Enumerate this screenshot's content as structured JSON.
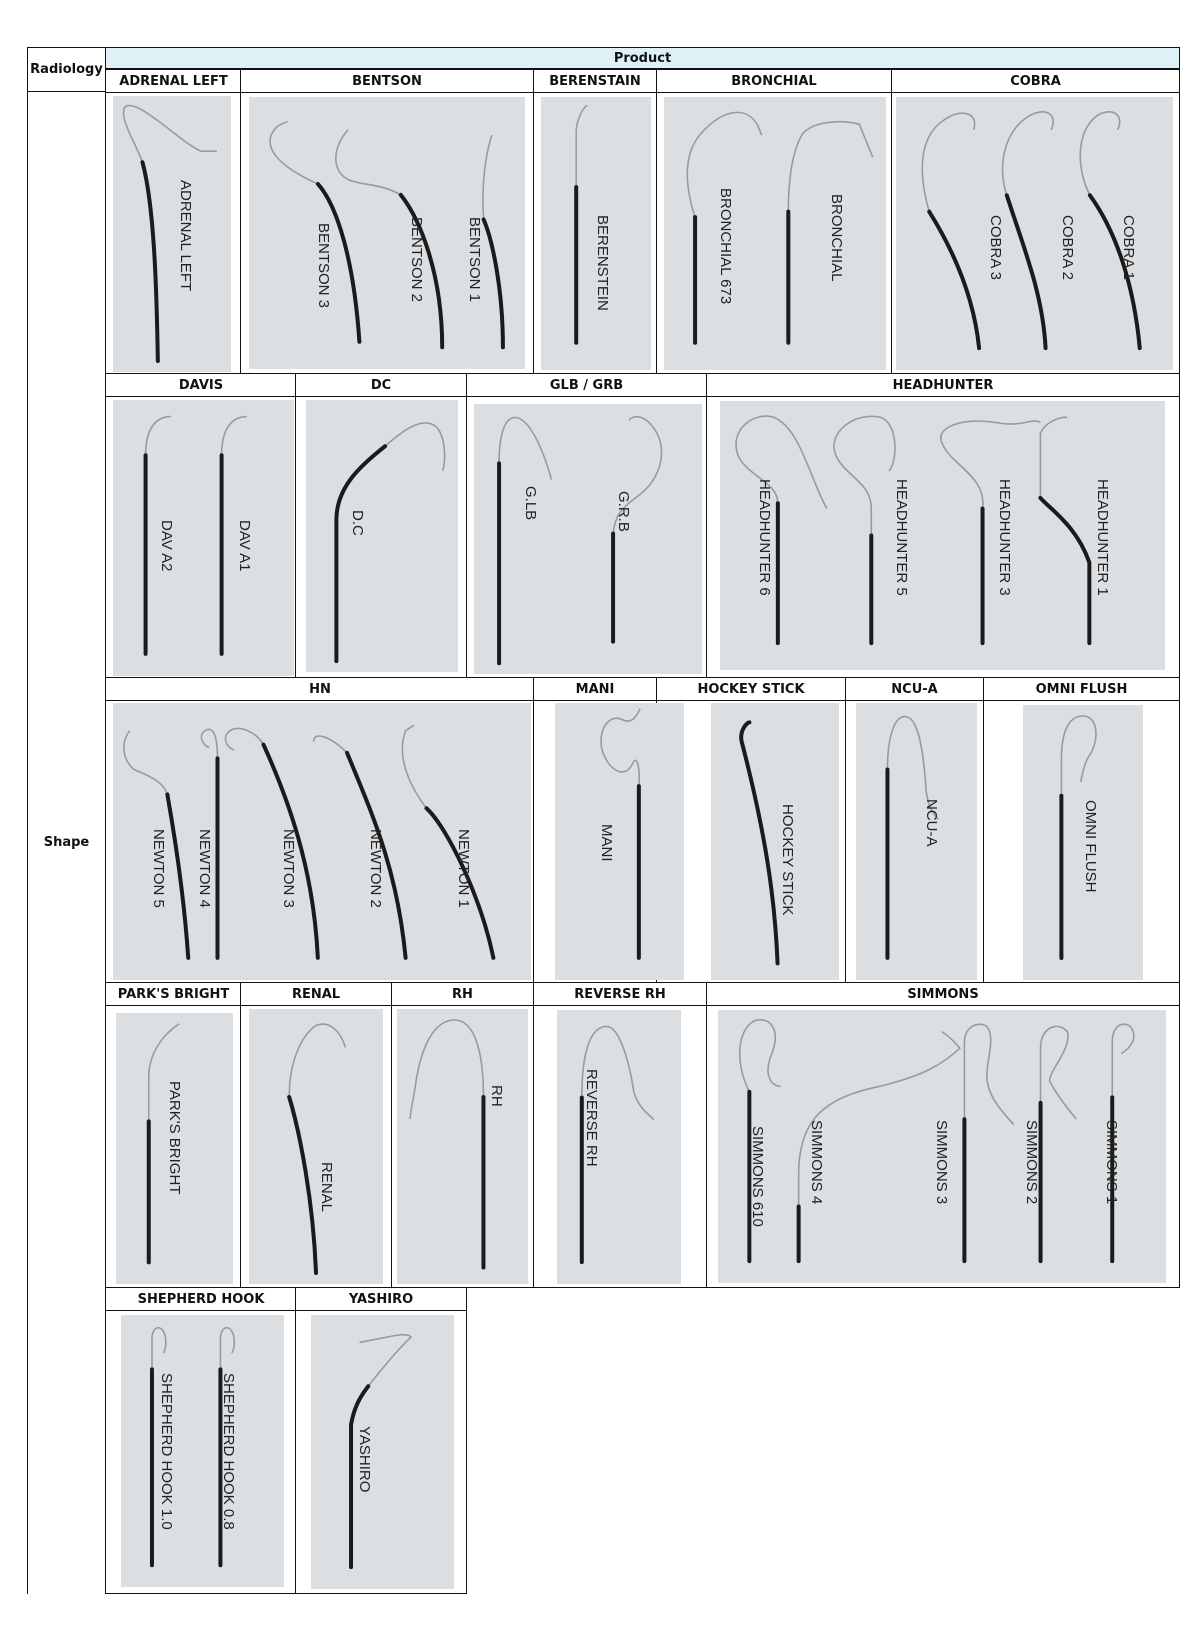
{
  "table": {
    "row_label": "Radiology",
    "column_label": "Product",
    "section_label": "Shape"
  },
  "bands": [
    {
      "products": [
        {
          "name": "ADRENAL LEFT",
          "labels": [
            "ADRENAL LEFT"
          ]
        },
        {
          "name": "BENTSON",
          "labels": [
            "BENTSON 3",
            "BENTSON 2",
            "BENTSON 1"
          ]
        },
        {
          "name": "BERENSTAIN",
          "labels": [
            "BERENSTEIN"
          ]
        },
        {
          "name": "BRONCHIAL",
          "labels": [
            "BRONCHIAL 673",
            "BRONCHIAL"
          ]
        },
        {
          "name": "COBRA",
          "labels": [
            "COBRA 3",
            "COBRA 2",
            "COBRA 1"
          ]
        }
      ]
    },
    {
      "products": [
        {
          "name": "DAVIS",
          "labels": [
            "DAV A2",
            "DAV A1"
          ]
        },
        {
          "name": "DC",
          "labels": [
            "D.C"
          ]
        },
        {
          "name": "GLB / GRB",
          "labels": [
            "G.LB",
            "G.R.B"
          ]
        },
        {
          "name": "HEADHUNTER",
          "labels": [
            "HEADHUNTER 6",
            "HEADHUNTER 5",
            "HEADHUNTER 3",
            "HEADHUNTER 1"
          ]
        }
      ]
    },
    {
      "products": [
        {
          "name": "HN",
          "labels": [
            "NEWTON 5",
            "NEWTON 4",
            "NEWTON 3",
            "NEWTON 2",
            "NEWTON 1"
          ]
        },
        {
          "name": "MANI",
          "labels": [
            "MANI"
          ]
        },
        {
          "name": "HOCKEY STICK",
          "labels": [
            "HOCKEY STICK"
          ]
        },
        {
          "name": "NCU-A",
          "labels": [
            "NCU-A"
          ]
        },
        {
          "name": "OMNI FLUSH",
          "labels": [
            "OMNI FLUSH"
          ]
        }
      ]
    },
    {
      "products": [
        {
          "name": "PARK'S BRIGHT",
          "labels": [
            "PARK'S BRIGHT"
          ]
        },
        {
          "name": "RENAL",
          "labels": [
            "RENAL"
          ]
        },
        {
          "name": "RH",
          "labels": [
            "RH"
          ]
        },
        {
          "name": "REVERSE RH",
          "labels": [
            "REVERSE RH"
          ]
        },
        {
          "name": "SIMMONS",
          "labels": [
            "SIMMONS 610",
            "SIMMONS 4",
            "SIMMONS 3",
            "SIMMONS 2",
            "SIMMONS 1"
          ]
        }
      ]
    },
    {
      "products": [
        {
          "name": "SHEPHERD HOOK",
          "labels": [
            "SHEPHERD HOOK 1.0",
            "SHEPHERD HOOK 0.8"
          ]
        },
        {
          "name": "YASHIRO",
          "labels": [
            "YASHIRO"
          ]
        }
      ]
    }
  ],
  "colors": {
    "header_fill": "#dff1f6",
    "photo_background": "#dcdfe2",
    "catheter_body": "#1b1b1b",
    "catheter_tip": "#9a9a9a",
    "border": "#111111"
  }
}
